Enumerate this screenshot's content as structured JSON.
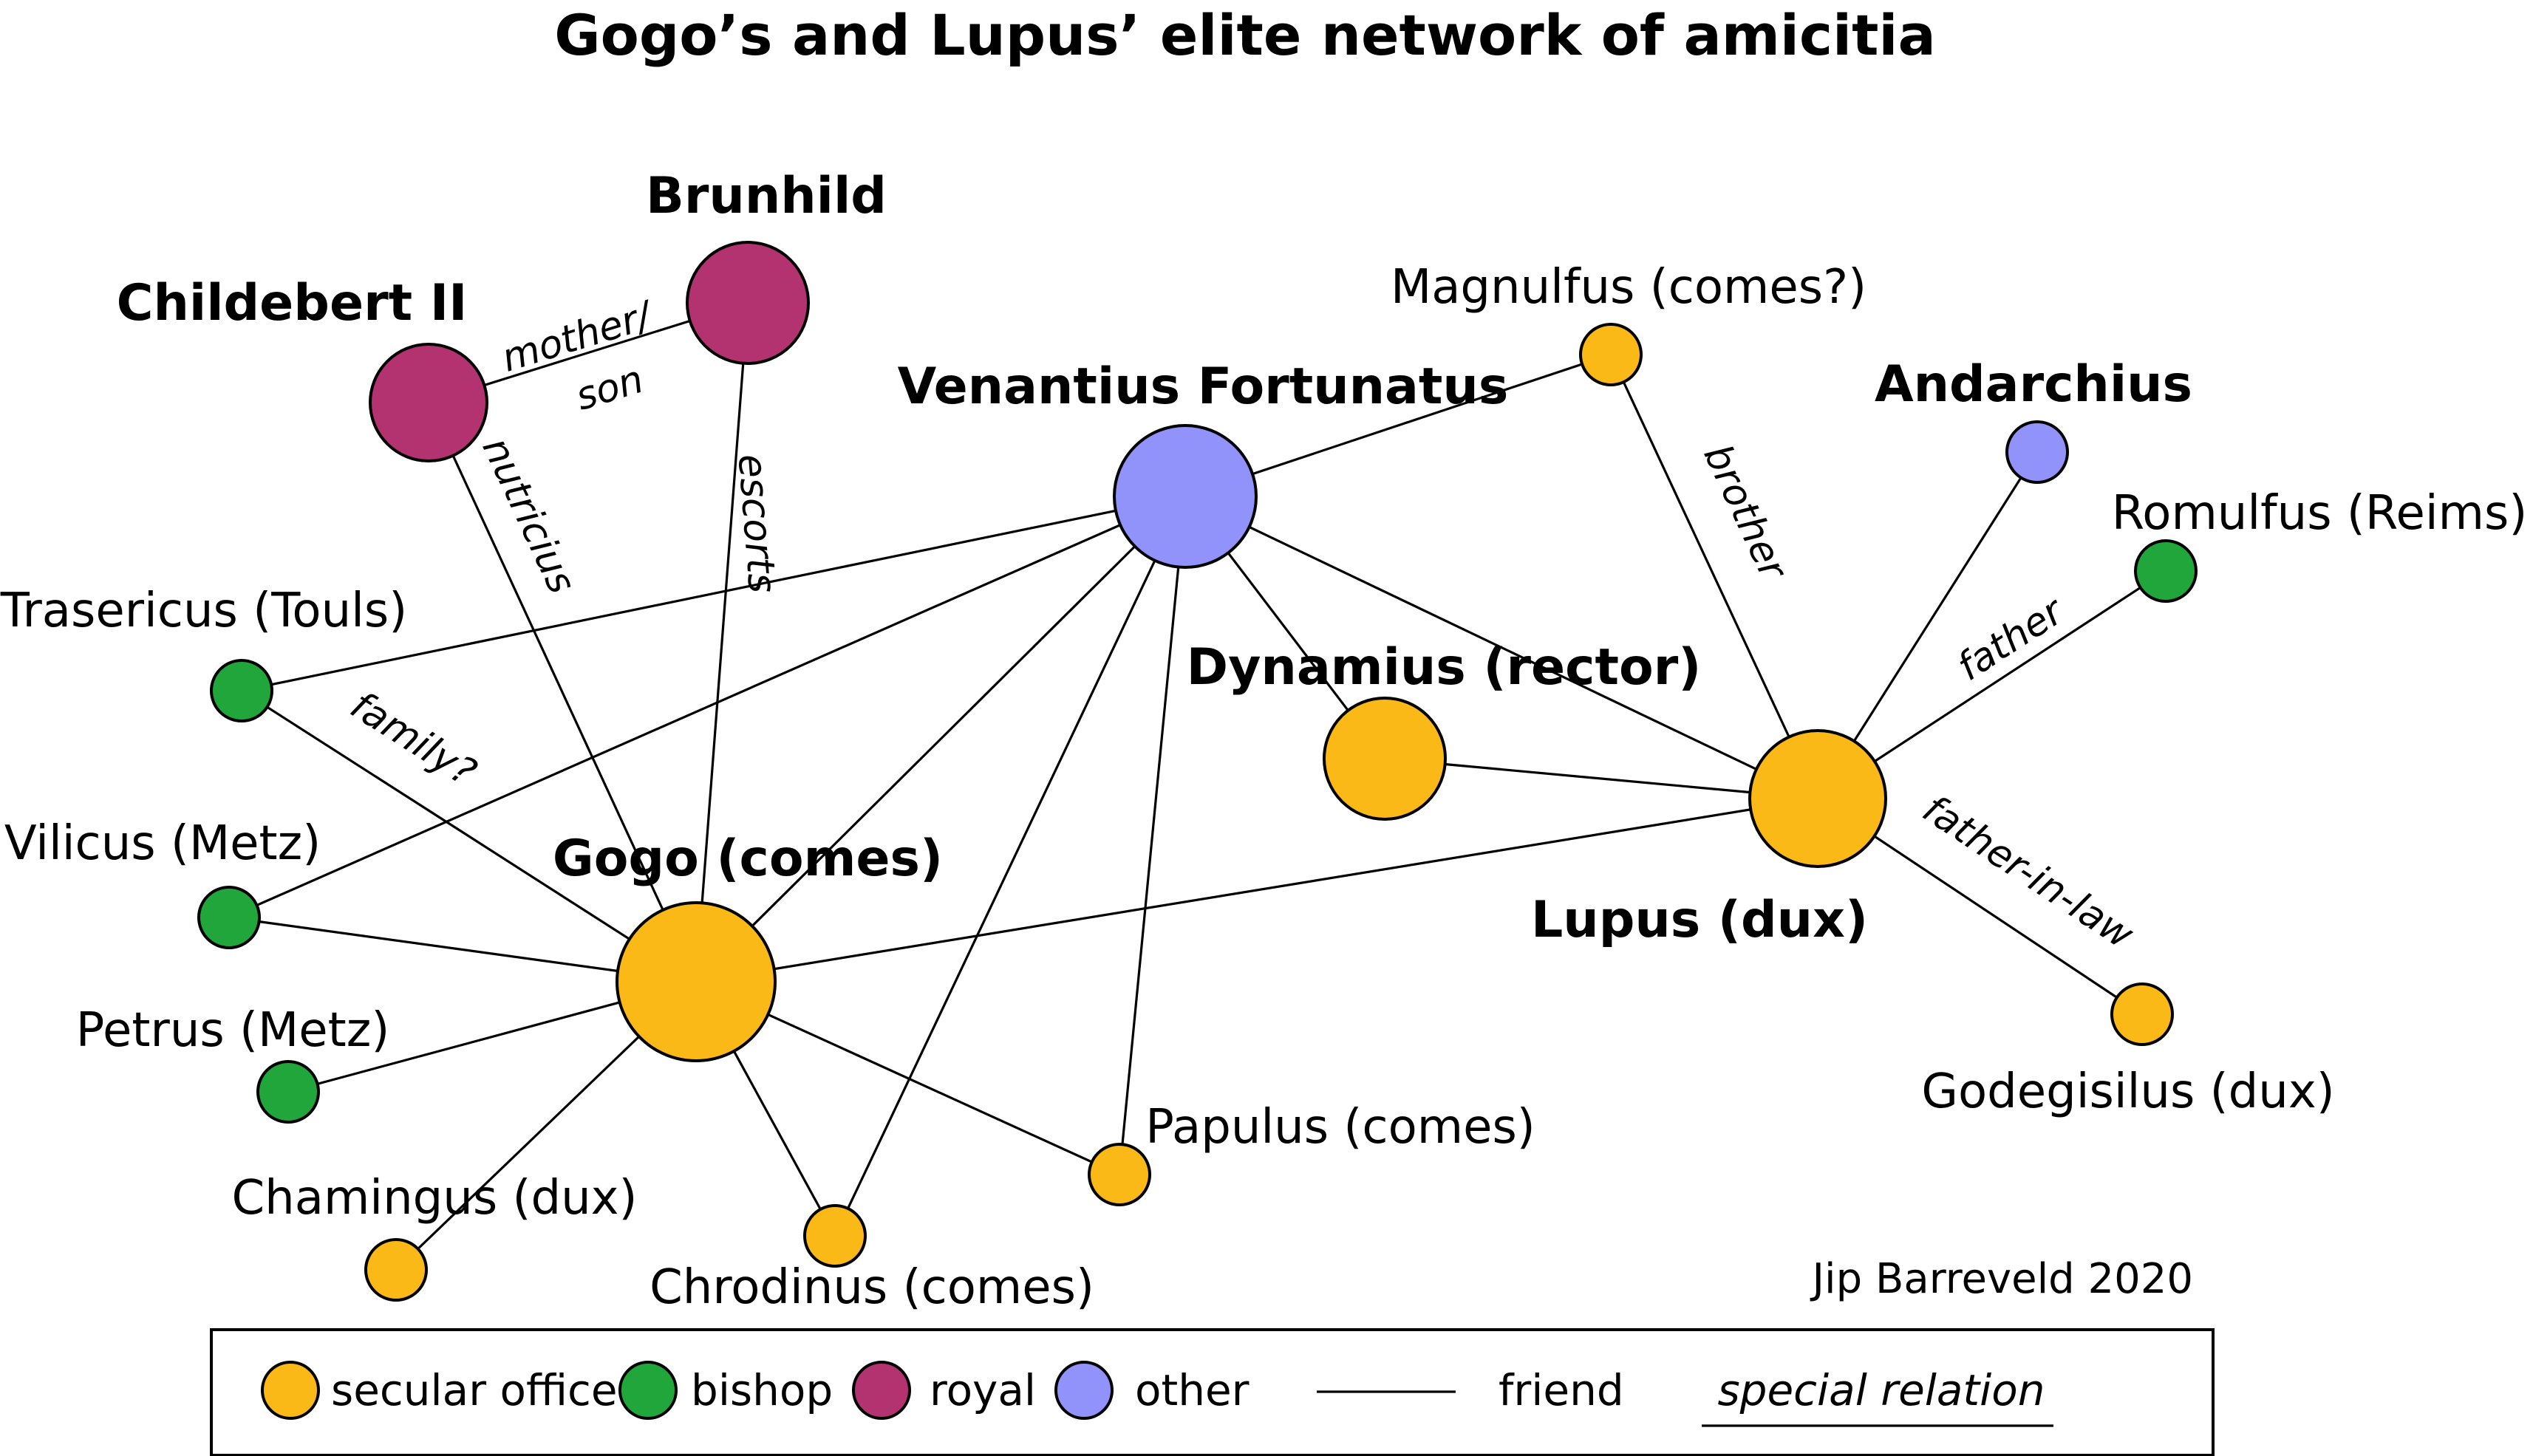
{
  "title": "Gogo’s and Lupus’ elite network of amicitia",
  "colors": {
    "secular_office": "#FBB917",
    "bishop": "#21A63C",
    "royal": "#B33370",
    "other": "#9193FB"
  },
  "nodes": {
    "childebert": {
      "label": "Childebert II",
      "category": "royal"
    },
    "brunhild": {
      "label": "Brunhild",
      "category": "royal"
    },
    "venantius": {
      "label": "Venantius Fortunatus",
      "category": "other"
    },
    "magnulfus": {
      "label": "Magnulfus (comes?)",
      "category": "secular_office"
    },
    "andarchius": {
      "label": "Andarchius",
      "category": "other"
    },
    "romulfus": {
      "label": "Romulfus (Reims)",
      "category": "bishop"
    },
    "trasericus": {
      "label": "Trasericus (Touls)",
      "category": "bishop"
    },
    "dynamius": {
      "label": "Dynamius (rector)",
      "category": "secular_office"
    },
    "lupus": {
      "label": "Lupus (dux)",
      "category": "secular_office"
    },
    "vilicus": {
      "label": "Vilicus (Metz)",
      "category": "bishop"
    },
    "gogo": {
      "label": "Gogo (comes)",
      "category": "secular_office"
    },
    "petrus": {
      "label": "Petrus (Metz)",
      "category": "bishop"
    },
    "godegisilus": {
      "label": "Godegisilus (dux)",
      "category": "secular_office"
    },
    "papulus": {
      "label": "Papulus (comes)",
      "category": "secular_office"
    },
    "chamingus": {
      "label": "Chamingus (dux)",
      "category": "secular_office"
    },
    "chrodinus": {
      "label": "Chrodinus (comes)",
      "category": "secular_office"
    }
  },
  "edges": [
    {
      "from": "childebert",
      "to": "brunhild",
      "relation_line1": "mother/",
      "relation_line2": "son"
    },
    {
      "from": "childebert",
      "to": "gogo",
      "relation": "nutricius"
    },
    {
      "from": "brunhild",
      "to": "gogo",
      "relation": "escorts"
    },
    {
      "from": "trasericus",
      "to": "gogo",
      "relation": "family?"
    },
    {
      "from": "magnulfus",
      "to": "lupus",
      "relation": "brother"
    },
    {
      "from": "romulfus",
      "to": "lupus",
      "relation": "father"
    },
    {
      "from": "lupus",
      "to": "godegisilus",
      "relation": "father-in-law"
    },
    {
      "from": "venantius",
      "to": "magnulfus",
      "relation": ""
    },
    {
      "from": "venantius",
      "to": "trasericus",
      "relation": ""
    },
    {
      "from": "venantius",
      "to": "vilicus",
      "relation": ""
    },
    {
      "from": "venantius",
      "to": "gogo",
      "relation": ""
    },
    {
      "from": "venantius",
      "to": "chrodinus",
      "relation": ""
    },
    {
      "from": "venantius",
      "to": "papulus",
      "relation": ""
    },
    {
      "from": "venantius",
      "to": "dynamius",
      "relation": ""
    },
    {
      "from": "venantius",
      "to": "lupus",
      "relation": ""
    },
    {
      "from": "dynamius",
      "to": "lupus",
      "relation": ""
    },
    {
      "from": "andarchius",
      "to": "lupus",
      "relation": ""
    },
    {
      "from": "gogo",
      "to": "lupus",
      "relation": ""
    },
    {
      "from": "gogo",
      "to": "vilicus",
      "relation": ""
    },
    {
      "from": "gogo",
      "to": "petrus",
      "relation": ""
    },
    {
      "from": "gogo",
      "to": "chamingus",
      "relation": ""
    },
    {
      "from": "gogo",
      "to": "chrodinus",
      "relation": ""
    },
    {
      "from": "gogo",
      "to": "papulus",
      "relation": ""
    }
  ],
  "credit": "Jip Barreveld 2020",
  "legend": {
    "secular_office": "secular office",
    "bishop": "bishop",
    "royal": "royal",
    "other": "other",
    "friend": "friend",
    "special_relation": "special relation"
  }
}
